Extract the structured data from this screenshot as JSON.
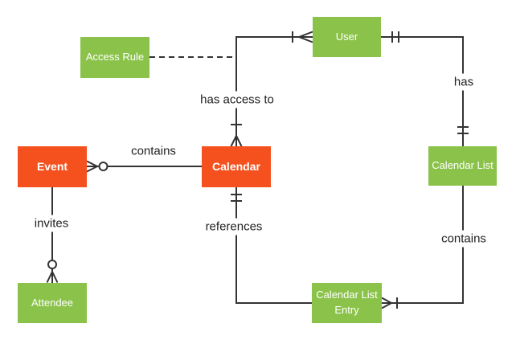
{
  "diagram_type": "entity-relationship (crow's foot notation)",
  "colors": {
    "entity_green": "#8bc34a",
    "entity_orange": "#f4511e",
    "connector_line": "#333333",
    "relationship_label_text": "#1f1f1f",
    "entity_label_text": "#ffffff",
    "background": "#ffffff"
  },
  "entities": {
    "access_rule": {
      "label": "Access Rule",
      "color": "green"
    },
    "user": {
      "label": "User",
      "color": "green"
    },
    "event": {
      "label": "Event",
      "color": "orange"
    },
    "calendar": {
      "label": "Calendar",
      "color": "orange"
    },
    "calendar_list": {
      "label": "Calendar List",
      "color": "green"
    },
    "attendee": {
      "label": "Attendee",
      "color": "green"
    },
    "calendar_list_entry": {
      "label": "Calendar List Entry",
      "color": "green"
    }
  },
  "relationships": {
    "calendar_contains_event": {
      "label": "contains",
      "style": "solid",
      "notation": "zero-or-many marker at Event"
    },
    "calendar_has_access_to_user": {
      "label": "has access to",
      "style": "solid",
      "notation": "one-or-many marker at Calendar, one-or-many marker at User"
    },
    "user_has_calendar_list": {
      "label": "has",
      "style": "solid",
      "notation": "exactly-one double tick near User, exactly-one double tick at Calendar List"
    },
    "calendar_list_contains_entry": {
      "label": "contains",
      "style": "solid",
      "notation": "one-or-many marker at Calendar List Entry"
    },
    "calendar_references_entry": {
      "label": "references",
      "style": "solid",
      "notation": "exactly-one double tick at Calendar"
    },
    "event_invites_attendee": {
      "label": "invites",
      "style": "solid",
      "notation": "zero-or-many marker at Attendee"
    },
    "access_rule_association": {
      "label": "",
      "style": "dashed",
      "notation": "dashed link from Access Rule to Calendar–User connector"
    }
  }
}
